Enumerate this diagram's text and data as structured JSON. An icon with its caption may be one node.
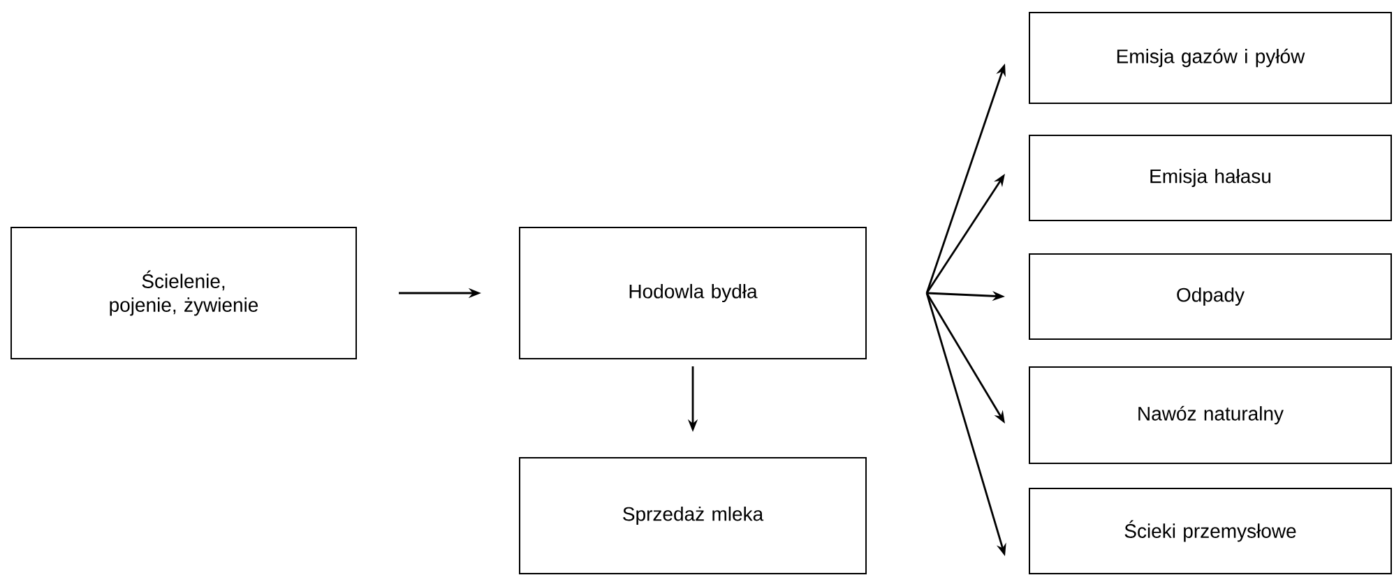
{
  "diagram": {
    "nodes": [
      {
        "text": [
          "Ścielenie, pojenie, żywienie"
        ]
      },
      {
        "text": [
          "Hodowla bydła"
        ]
      },
      {
        "text": [
          "Sprzedaż mleka"
        ]
      },
      {
        "text": [
          "Emisja gazów i pyłów"
        ]
      },
      {
        "text": [
          "Emisja hałasu"
        ]
      },
      {
        "text": [
          "Odpady"
        ]
      },
      {
        "text": [
          "Nawóz naturalny"
        ]
      },
      {
        "text": [
          "Ścieki przemysłowe"
        ]
      }
    ],
    "edges": [
      {
        "from": 0,
        "to": 1,
        "arrow": "to"
      },
      {
        "from": 1,
        "to": 2,
        "arrow": "to"
      },
      {
        "from": 1,
        "to": 3,
        "arrow": "to"
      },
      {
        "from": 1,
        "to": 4,
        "arrow": "to"
      },
      {
        "from": 1,
        "to": 5,
        "arrow": "to"
      },
      {
        "from": 1,
        "to": 6,
        "arrow": "to"
      },
      {
        "from": 1,
        "to": 7,
        "arrow": "to"
      }
    ]
  }
}
